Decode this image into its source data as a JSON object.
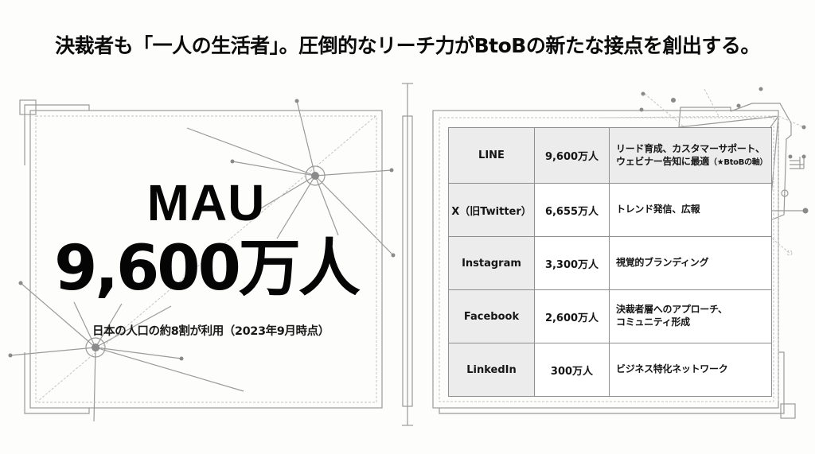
{
  "headline": "決裁者も「一人の生活者」。圧倒的なリーチ力がBtoBの新たな接点を創出する。",
  "left_panel": {
    "metric_label": "MAU",
    "metric_value": "9,600万人",
    "note": "日本の人口の約8割が利用（2023年9月時点）"
  },
  "table": {
    "rows": [
      {
        "platform": "LINE",
        "users": "9,600万人",
        "use_line1": "リード育成、カスタマーサポート、",
        "use_line2": "ウェビナー告知に最適",
        "use_note": "（★BtoBの軸）",
        "highlight": true
      },
      {
        "platform": "X（旧Twitter）",
        "users": "6,655万人",
        "use_line1": "トレンド発信、広報",
        "use_line2": ""
      },
      {
        "platform": "Instagram",
        "users": "3,300万人",
        "use_line1": "視覚的ブランディング",
        "use_line2": ""
      },
      {
        "platform": "Facebook",
        "users": "2,600万人",
        "use_line1": "決裁者層へのアプローチ、",
        "use_line2": "コミュニティ形成"
      },
      {
        "platform": "LinkedIn",
        "users": "300万人",
        "use_line1": "ビジネス特化ネットワーク",
        "use_line2": ""
      }
    ]
  },
  "colors": {
    "line": "#9a9a9a",
    "dashed": "#c4c4c4",
    "node": "#8a8a8a",
    "header_cell": "#ececec",
    "text": "#111111"
  }
}
